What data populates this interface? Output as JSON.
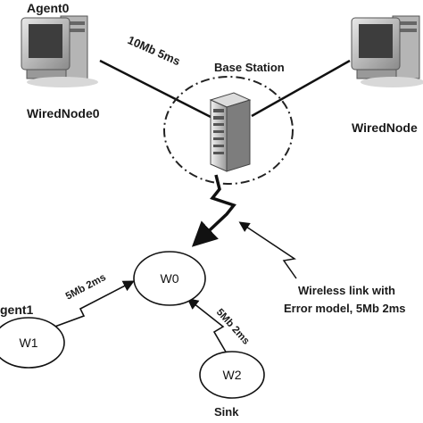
{
  "labels": {
    "agent0": "Agent0",
    "wirednode0": "WiredNode0",
    "wirednode_right": "WiredNode",
    "base_station": "Base Station",
    "link_wired": "10Mb 5ms",
    "agent1": "gent1",
    "link_w1_w0": "5Mb 2ms",
    "link_w2_w0": "5Mb 2ms",
    "sink": "Sink",
    "wireless_line1": "Wireless link with",
    "wireless_line2": "Error model, 5Mb 2ms"
  },
  "nodes": {
    "w0": "W0",
    "w1": "W1",
    "w2": "W2"
  },
  "icons": {
    "computer": "desktop-computer-icon",
    "server": "server-tower-icon"
  },
  "colors": {
    "line": "#111111",
    "coverage": "#222222",
    "text": "#1a1a1a"
  }
}
